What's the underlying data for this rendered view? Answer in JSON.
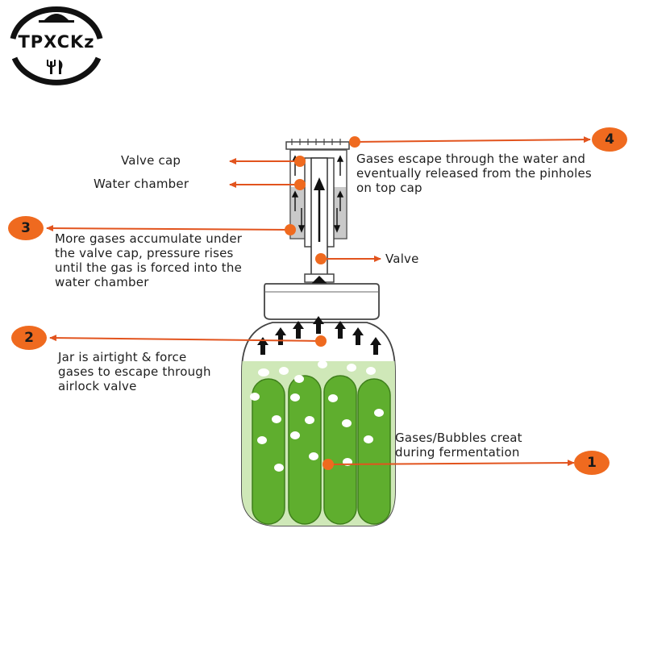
{
  "logo": {
    "text": "TPXCKz"
  },
  "labels": {
    "valve_cap": "Valve cap",
    "water_chamber": "Water chamber",
    "valve": "Valve",
    "step4_lines": [
      "Gases escape through the water and",
      "eventually released from the pinholes",
      "on top cap"
    ],
    "step3_lines": [
      "More gases accumulate under",
      "the valve cap, pressure rises",
      "until the gas is forced into the",
      "water chamber"
    ],
    "step2_lines": [
      "Jar is airtight & force",
      "gases to escape through",
      "airlock valve"
    ],
    "step1_lines": [
      "Gases/Bubbles creat",
      "during fermentation"
    ]
  },
  "badges": {
    "b1": "1",
    "b2": "2",
    "b3": "3",
    "b4": "4"
  },
  "colors": {
    "accent": "#ef6a1f",
    "arrow": "#e2541e",
    "pickle": "#5fae2e",
    "brine": "#cfe8b8",
    "chamber": "#c9c9c9"
  }
}
